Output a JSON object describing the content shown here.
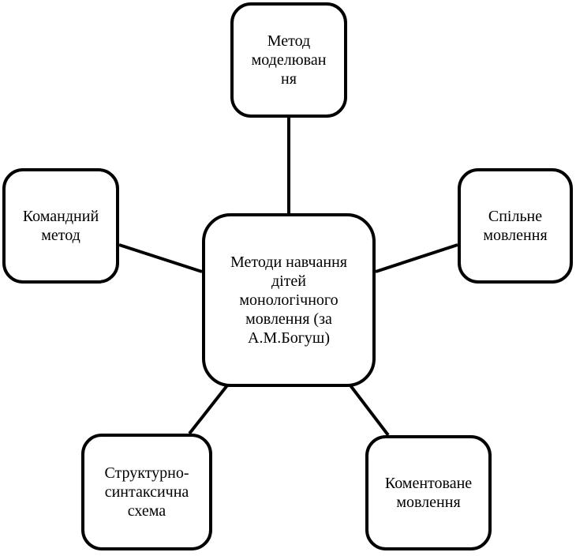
{
  "diagram": {
    "center": {
      "label": "Методи навчання\nдітей\nмонологічного\nмовлення (за\nА.М.Богуш)"
    },
    "nodes": {
      "top": {
        "label": "Метод\nмоделюван\nня"
      },
      "left": {
        "label": "Командний\nметод"
      },
      "right": {
        "label": "Спільне\nмовлення"
      },
      "bottom_left": {
        "label": "Структурно-\nсинтаксична\nсхема"
      },
      "bottom_right": {
        "label": "Коментоване\nмовлення"
      }
    },
    "edges": [
      {
        "from": "center",
        "to": "top"
      },
      {
        "from": "center",
        "to": "left"
      },
      {
        "from": "center",
        "to": "right"
      },
      {
        "from": "center",
        "to": "bottom_left"
      },
      {
        "from": "center",
        "to": "bottom_right"
      }
    ],
    "colors": {
      "stroke": "#000000",
      "fill": "#ffffff",
      "text": "#000000"
    }
  }
}
